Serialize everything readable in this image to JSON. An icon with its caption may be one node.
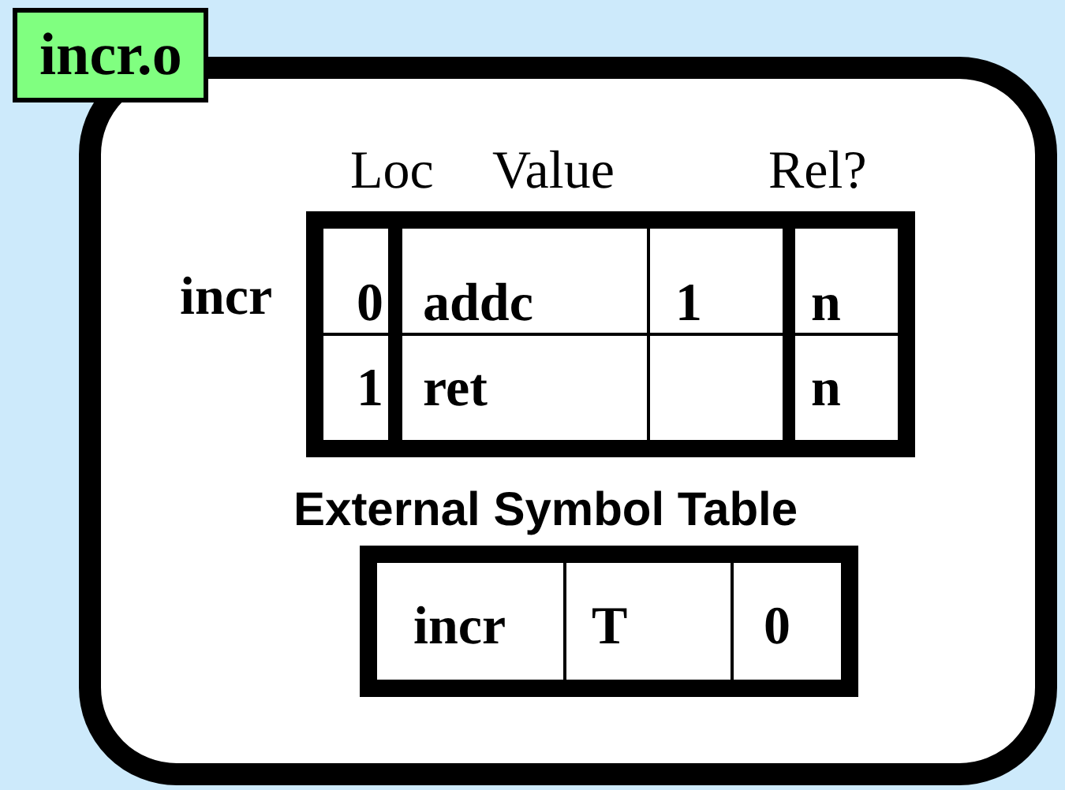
{
  "diagram": {
    "nodes": [
      {
        "text": [
          "incr.o"
        ]
      }
    ],
    "labels": [
      "Loc",
      "Value",
      "Rel?",
      "incr",
      "0",
      "addc",
      "1",
      "n",
      "1",
      "ret",
      "n",
      "External Symbol Table",
      "incr",
      "T",
      "0"
    ]
  }
}
